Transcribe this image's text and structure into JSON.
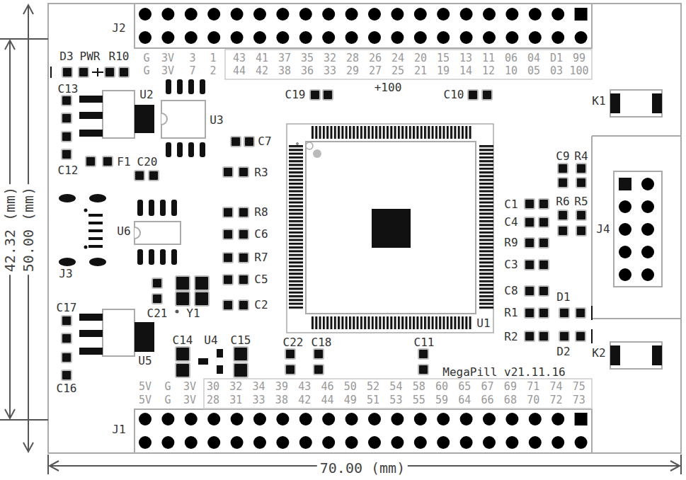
{
  "diagram": {
    "labels": [
      "J2",
      "G",
      "3V",
      "3",
      "1",
      "43",
      "41",
      "37",
      "35",
      "32",
      "28",
      "26",
      "24",
      "20",
      "15",
      "13",
      "11",
      "06",
      "04",
      "D1",
      "99",
      "G",
      "3V",
      "7",
      "2",
      "44",
      "42",
      "38",
      "36",
      "33",
      "29",
      "27",
      "25",
      "21",
      "19",
      "14",
      "12",
      "10",
      "05",
      "03",
      "100",
      "D3",
      "PWR",
      "R10",
      "+100",
      "C13",
      "U2",
      "C19",
      "C10",
      "K1",
      "U3",
      "C7",
      "C9",
      "R4",
      "F1",
      "C20",
      "C12",
      "R3",
      "R6",
      "R5",
      "C1",
      "R8",
      "C4",
      "J4",
      "U6",
      "C6",
      "R9",
      "R7",
      "C3",
      "J3",
      "C5",
      "C8",
      "D1",
      "C2",
      "C17",
      "R1",
      "C21",
      "Y1",
      "U1",
      "R2",
      "C14",
      "U4",
      "C15",
      "C22",
      "C18",
      "C11",
      "D2",
      "K2",
      "U5",
      "MegaPill v21.11.16",
      "C16",
      "5V",
      "G",
      "3V",
      "30",
      "32",
      "34",
      "39",
      "43",
      "46",
      "50",
      "52",
      "54",
      "58",
      "60",
      "65",
      "67",
      "69",
      "71",
      "74",
      "75",
      "5V",
      "G",
      "3V",
      "28",
      "31",
      "33",
      "38",
      "42",
      "44",
      "49",
      "51",
      "53",
      "55",
      "59",
      "64",
      "66",
      "68",
      "70",
      "72",
      "73",
      "J1",
      "42.32 (mm)",
      "50.00 (mm)",
      "70.00 (mm)"
    ]
  }
}
